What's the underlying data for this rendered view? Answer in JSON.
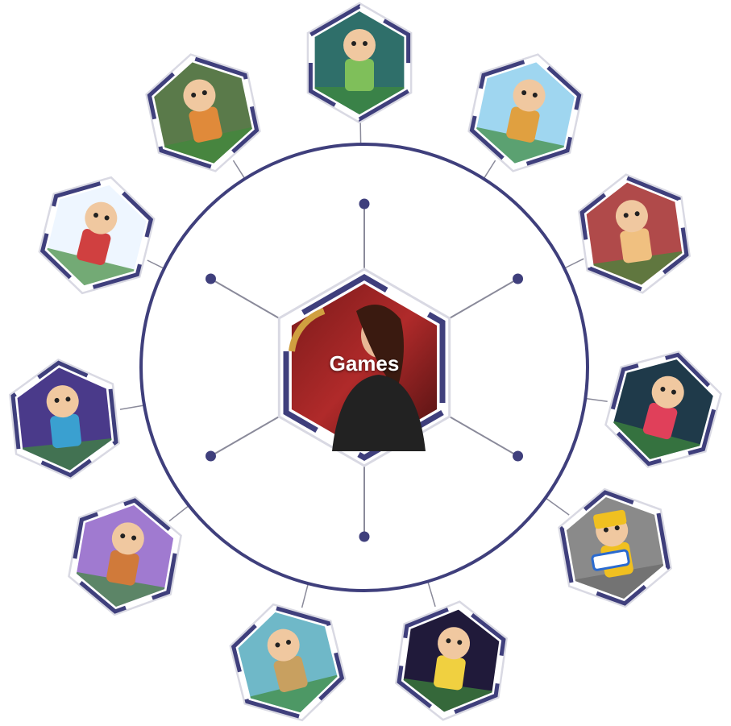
{
  "center": {
    "label": "Games"
  },
  "colors": {
    "ring": "#3f3f7c",
    "spoke": "#8a8a9a",
    "hex_border_light": "#d9d9e3",
    "hex_border_dark": "#3f3f7c"
  },
  "games": [
    {
      "name": "zombie-game-thumbnail",
      "art": "zombie",
      "bg": "#2f6f6a",
      "fg": "#7fbf5a"
    },
    {
      "name": "viking-game-thumbnail",
      "art": "viking",
      "bg": "#9fd6f0",
      "fg": "#e0a040"
    },
    {
      "name": "rush-game-thumbnail",
      "art": "boy",
      "bg": "#b04a4a",
      "fg": "#f0c080"
    },
    {
      "name": "red-hair-warrior-thumbnail",
      "art": "woman",
      "bg": "#1f3a4a",
      "fg": "#e0405a"
    },
    {
      "name": "car-traffic-game-thumbnail",
      "art": "cars",
      "bg": "#8a8a8a",
      "fg": "#f0c020"
    },
    {
      "name": "cartoon-heroes-game-thumbnail",
      "art": "comic",
      "bg": "#201a3a",
      "fg": "#f0d040"
    },
    {
      "name": "blocky-runner-game-thumbnail",
      "art": "blocky",
      "bg": "#6fb8c8",
      "fg": "#c8a060"
    },
    {
      "name": "dragon-girl-game-thumbnail",
      "art": "dragon",
      "bg": "#a07ad0",
      "fg": "#d07a3a"
    },
    {
      "name": "ninja-cat-game-thumbnail",
      "art": "ninja",
      "bg": "#4a3a8a",
      "fg": "#3aa0d0"
    },
    {
      "name": "mushroom-house-game-thumbnail",
      "art": "mushroom",
      "bg": "#eef6ff",
      "fg": "#d04040"
    },
    {
      "name": "kingdom-warrior-game-thumbnail",
      "art": "warrior",
      "bg": "#5a7a4a",
      "fg": "#e08a3a"
    }
  ]
}
